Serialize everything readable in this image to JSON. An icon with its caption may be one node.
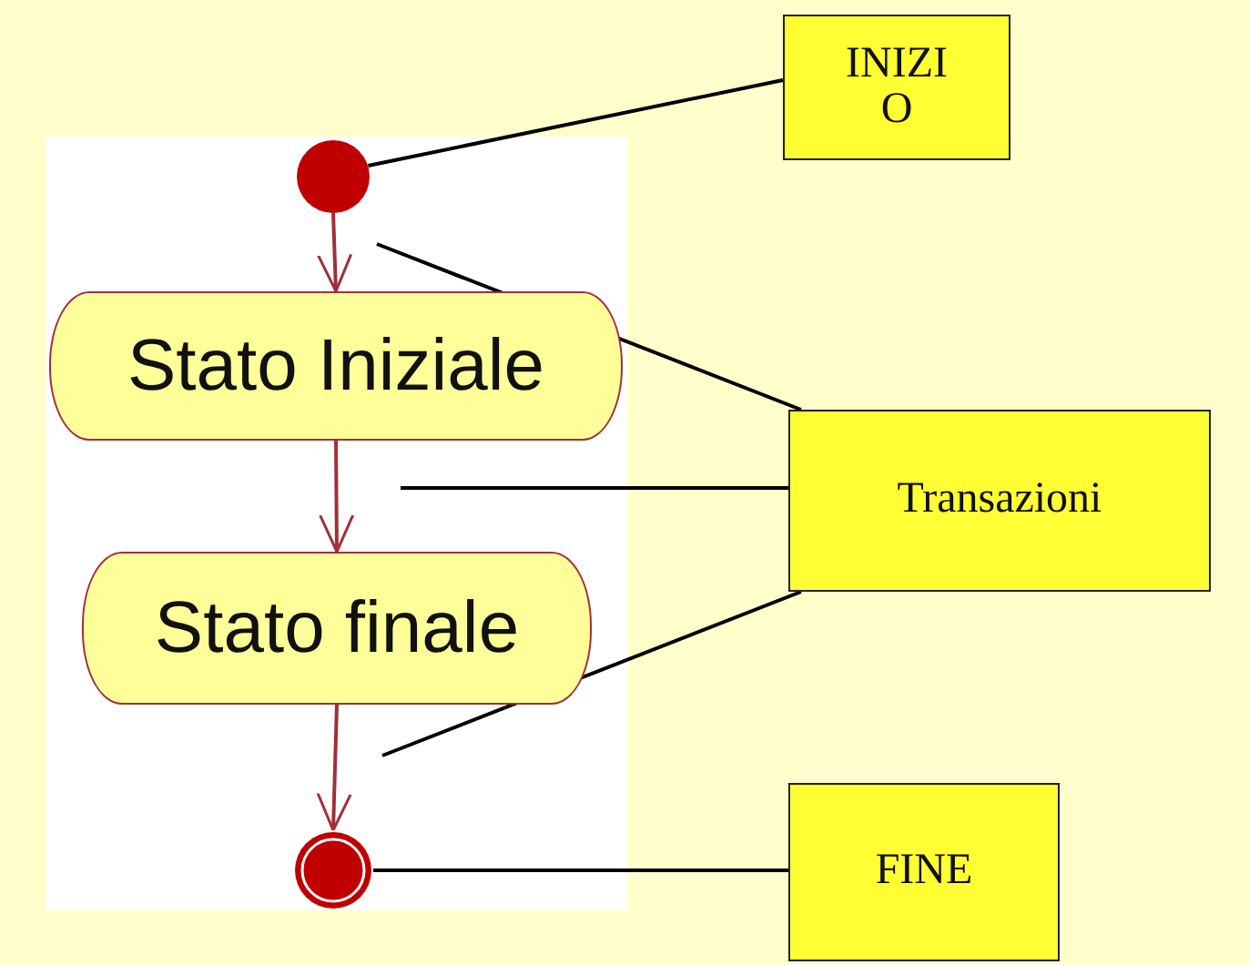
{
  "diagram": {
    "nodes": [
      {
        "text": [],
        "shape": "circle"
      },
      {
        "text": [
          "Stato Iniziale"
        ]
      },
      {
        "text": [
          "Stato finale"
        ]
      },
      {
        "text": [],
        "shape": "circle"
      },
      {
        "text": [
          "INIZI O"
        ]
      },
      {
        "text": [
          "Transazioni"
        ]
      },
      {
        "text": [
          "FINE"
        ]
      }
    ],
    "edges": [
      {
        "from": 0,
        "to": 1,
        "arrow": "to",
        "color": "#a0303a"
      },
      {
        "from": 1,
        "to": 2,
        "arrow": "to",
        "color": "#a0303a"
      },
      {
        "from": 2,
        "to": 3,
        "arrow": "to",
        "color": "#a0303a"
      },
      {
        "from": 4,
        "to": 0,
        "arrow": "none"
      },
      {
        "from": 5,
        "to": null,
        "arrow": "none"
      },
      {
        "from": 5,
        "to": null,
        "arrow": "none"
      },
      {
        "from": 5,
        "to": null,
        "arrow": "none"
      },
      {
        "from": 6,
        "to": 3,
        "arrow": "none"
      }
    ]
  }
}
